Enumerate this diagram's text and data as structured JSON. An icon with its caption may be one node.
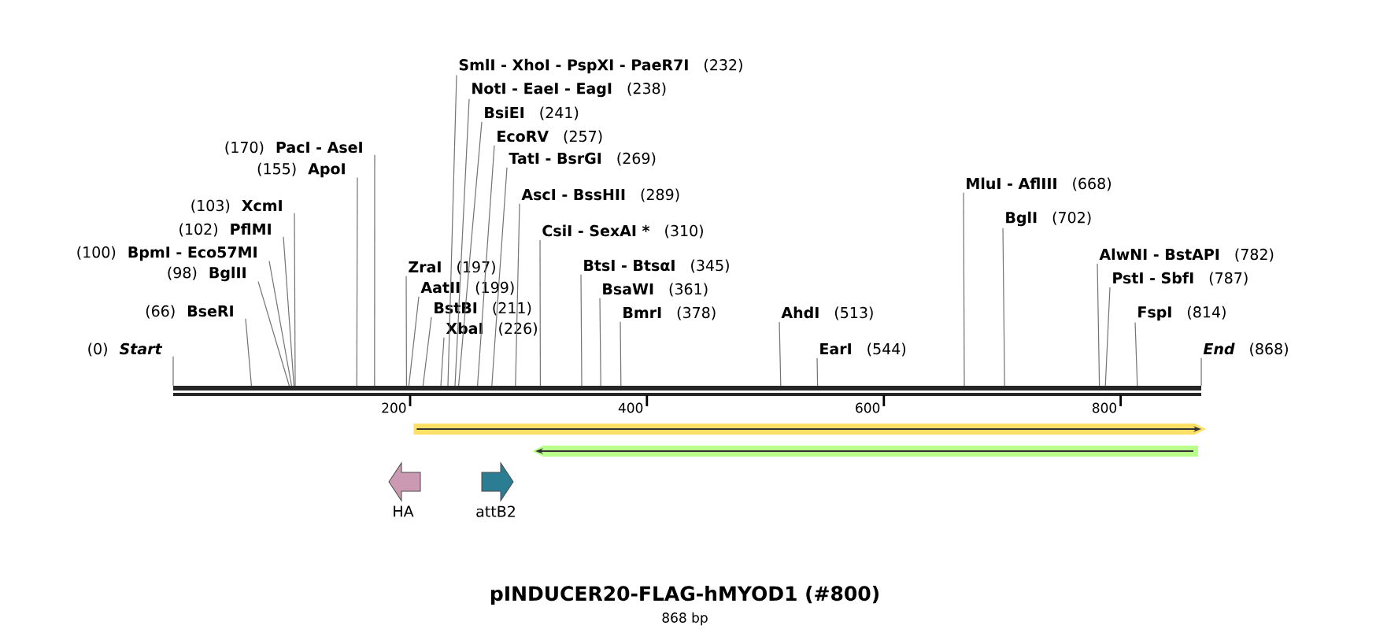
{
  "diagram": {
    "title": "pINDUCER20-FLAG-hMYOD1 (#800)",
    "caption": "868 bp",
    "nodes": [
      {
        "text": [
          "(0)",
          "Start"
        ]
      },
      {
        "text": [
          "(66)",
          "BseRI"
        ]
      },
      {
        "text": [
          "(98)",
          "BglII"
        ]
      },
      {
        "text": [
          "(100)",
          "BpmI - Eco57MI"
        ]
      },
      {
        "text": [
          "(102)",
          "PflMI"
        ]
      },
      {
        "text": [
          "(103)",
          "XcmI"
        ]
      },
      {
        "text": [
          "(155)",
          "ApoI"
        ]
      },
      {
        "text": [
          "(170)",
          "PacI - AseI"
        ]
      },
      {
        "text": [
          "ZraI",
          "(197)"
        ]
      },
      {
        "text": [
          "AatII",
          "(199)"
        ]
      },
      {
        "text": [
          "BstBI",
          "(211)"
        ]
      },
      {
        "text": [
          "XbaI",
          "(226)"
        ]
      },
      {
        "text": [
          "SmlI - XhoI - PspXI - PaeR7I",
          "(232)"
        ]
      },
      {
        "text": [
          "NotI - EaeI - EagI",
          "(238)"
        ]
      },
      {
        "text": [
          "BsiEI",
          "(241)"
        ]
      },
      {
        "text": [
          "EcoRV",
          "(257)"
        ]
      },
      {
        "text": [
          "TatI - BsrGI",
          "(269)"
        ]
      },
      {
        "text": [
          "AscI - BssHII",
          "(289)"
        ]
      },
      {
        "text": [
          "CsiI - SexAI *",
          "(310)"
        ]
      },
      {
        "text": [
          "BtsI - BtsαI",
          "(345)"
        ]
      },
      {
        "text": [
          "BsaWI",
          "(361)"
        ]
      },
      {
        "text": [
          "BmrI",
          "(378)"
        ]
      },
      {
        "text": [
          "AhdI",
          "(513)"
        ]
      },
      {
        "text": [
          "EarI",
          "(544)"
        ]
      },
      {
        "text": [
          "MluI - AflIII",
          "(668)"
        ]
      },
      {
        "text": [
          "BglI",
          "(702)"
        ]
      },
      {
        "text": [
          "AlwNI - BstAPI",
          "(782)"
        ]
      },
      {
        "text": [
          "PstI - SbfI",
          "(787)"
        ]
      },
      {
        "text": [
          "FspI",
          "(814)"
        ]
      },
      {
        "text": [
          "End",
          "(868)"
        ]
      },
      {
        "text": [
          "HA"
        ]
      },
      {
        "text": [
          "attB2"
        ]
      }
    ],
    "edges": [
      {
        "from": 0,
        "to": null,
        "arrow": "none"
      },
      {
        "from": 1,
        "to": null,
        "arrow": "none"
      },
      {
        "from": 2,
        "to": null,
        "arrow": "none"
      },
      {
        "from": 3,
        "to": null,
        "arrow": "none"
      },
      {
        "from": 4,
        "to": null,
        "arrow": "none"
      },
      {
        "from": 5,
        "to": null,
        "arrow": "none"
      },
      {
        "from": 6,
        "to": null,
        "arrow": "none"
      },
      {
        "from": 7,
        "to": null,
        "arrow": "none"
      },
      {
        "from": 8,
        "to": null,
        "arrow": "none"
      },
      {
        "from": 9,
        "to": null,
        "arrow": "none"
      },
      {
        "from": 10,
        "to": null,
        "arrow": "none"
      },
      {
        "from": 11,
        "to": null,
        "arrow": "none"
      },
      {
        "from": 12,
        "to": null,
        "arrow": "none"
      },
      {
        "from": 13,
        "to": null,
        "arrow": "none"
      },
      {
        "from": 14,
        "to": null,
        "arrow": "none"
      },
      {
        "from": 15,
        "to": null,
        "arrow": "none"
      },
      {
        "from": 16,
        "to": null,
        "arrow": "none"
      },
      {
        "from": 17,
        "to": null,
        "arrow": "none"
      },
      {
        "from": 18,
        "to": null,
        "arrow": "none"
      },
      {
        "from": 19,
        "to": null,
        "arrow": "none"
      },
      {
        "from": 20,
        "to": null,
        "arrow": "none"
      },
      {
        "from": 21,
        "to": null,
        "arrow": "none"
      },
      {
        "from": 22,
        "to": null,
        "arrow": "none"
      },
      {
        "from": 23,
        "to": null,
        "arrow": "none"
      },
      {
        "from": 24,
        "to": null,
        "arrow": "none"
      },
      {
        "from": 25,
        "to": null,
        "arrow": "none"
      },
      {
        "from": 26,
        "to": null,
        "arrow": "none"
      },
      {
        "from": 27,
        "to": null,
        "arrow": "none"
      },
      {
        "from": 28,
        "to": null,
        "arrow": "none"
      },
      {
        "from": 29,
        "to": null,
        "arrow": "none"
      }
    ],
    "labels": [
      "200",
      "400",
      "600",
      "800"
    ]
  }
}
